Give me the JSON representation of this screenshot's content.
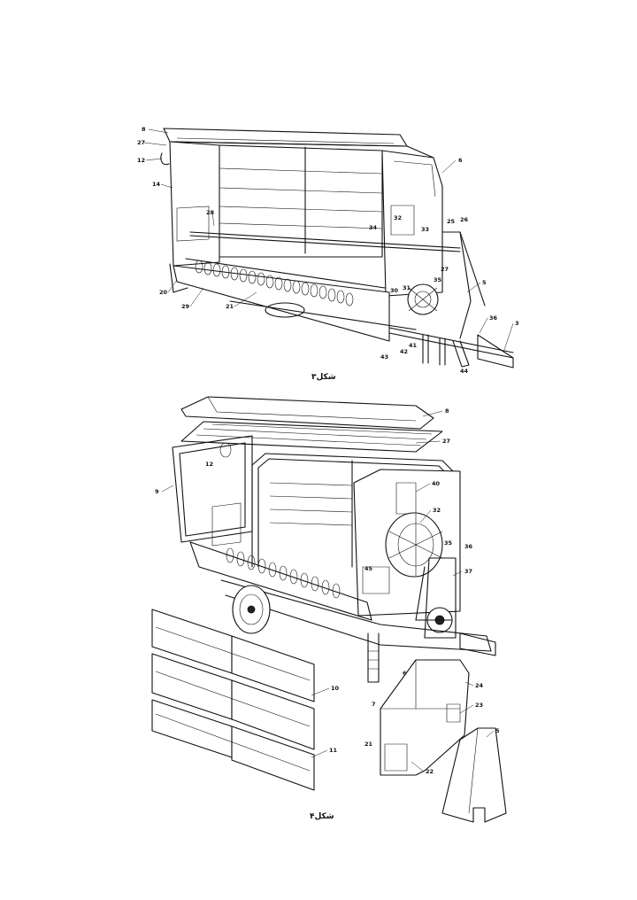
{
  "figures": [
    {
      "caption": "شکل۳",
      "labels": [
        "8",
        "27",
        "12",
        "14",
        "28",
        "20",
        "29",
        "21",
        "34",
        "32",
        "33",
        "25",
        "26",
        "5",
        "27",
        "35",
        "30",
        "31",
        "41",
        "42",
        "43",
        "44",
        "36",
        "3",
        "6"
      ]
    },
    {
      "caption": "شکل۴",
      "labels": [
        "8",
        "27",
        "12",
        "9",
        "40",
        "32",
        "35",
        "36",
        "37",
        "45",
        "10",
        "11",
        "6",
        "7",
        "24",
        "23",
        "21",
        "22",
        "5"
      ]
    }
  ]
}
